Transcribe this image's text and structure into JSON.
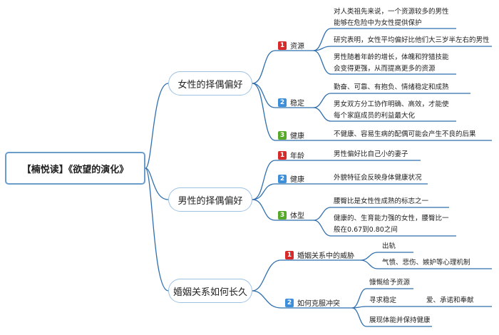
{
  "root": {
    "label": "【楠悦读】《欲望的演化》"
  },
  "branches": {
    "female": {
      "label": "女性的择偶偏好",
      "resources": {
        "badge": "1",
        "label": "资源",
        "leaves": [
          "对人类祖先来说，一个资源较多的男性",
          "能够在危险中为女性提供保护",
          "研究表明，女性平均偏好比他们大三岁半左右的男性",
          "男性随着年龄的增长，体魄和狩猎技能",
          "会变得更强，从而提高更多的资源"
        ]
      },
      "stability": {
        "badge": "2",
        "label": "稳定",
        "leaves": [
          "勤奋、可靠、有抱负、情绪稳定和成熟",
          "男女双方分工协作明确、高效，才能使",
          "每个家庭成员的利益最大化"
        ]
      },
      "health": {
        "badge": "3",
        "label": "健康",
        "leaves": [
          "不健康、容易生病的配偶可能会产生不良的后果"
        ]
      }
    },
    "male": {
      "label": "男性的择偶偏好",
      "age": {
        "badge": "1",
        "label": "年龄",
        "leaves": [
          "男性偏好比自己小的妻子"
        ]
      },
      "health": {
        "badge": "2",
        "label": "健康",
        "leaves": [
          "外貌特征会反映身体健康状况"
        ]
      },
      "body": {
        "badge": "3",
        "label": "体型",
        "leaves": [
          "腰臀比是女性性成熟的标志之一",
          "健康的、生育能力强的女性，腰臀比一",
          "般在0.67到0.80之间"
        ]
      }
    },
    "marriage": {
      "label": "婚姻关系如何长久",
      "threat": {
        "badge": "1",
        "label": "婚姻关系中的威胁",
        "leaves": [
          "出轨",
          "气愤、悲伤、嫉妒等心理机制"
        ]
      },
      "overcome": {
        "badge": "2",
        "label": "如何克服冲突",
        "leaves": [
          "慷慨给予资源",
          "寻求稳定",
          "展现体能并保持健康"
        ],
        "sub_leaf": "爱、承诺和奉献"
      }
    }
  },
  "colors": {
    "line": "#2f6fae",
    "branch_border": "#9cc1e3",
    "root_border": "#6a9ccc"
  }
}
